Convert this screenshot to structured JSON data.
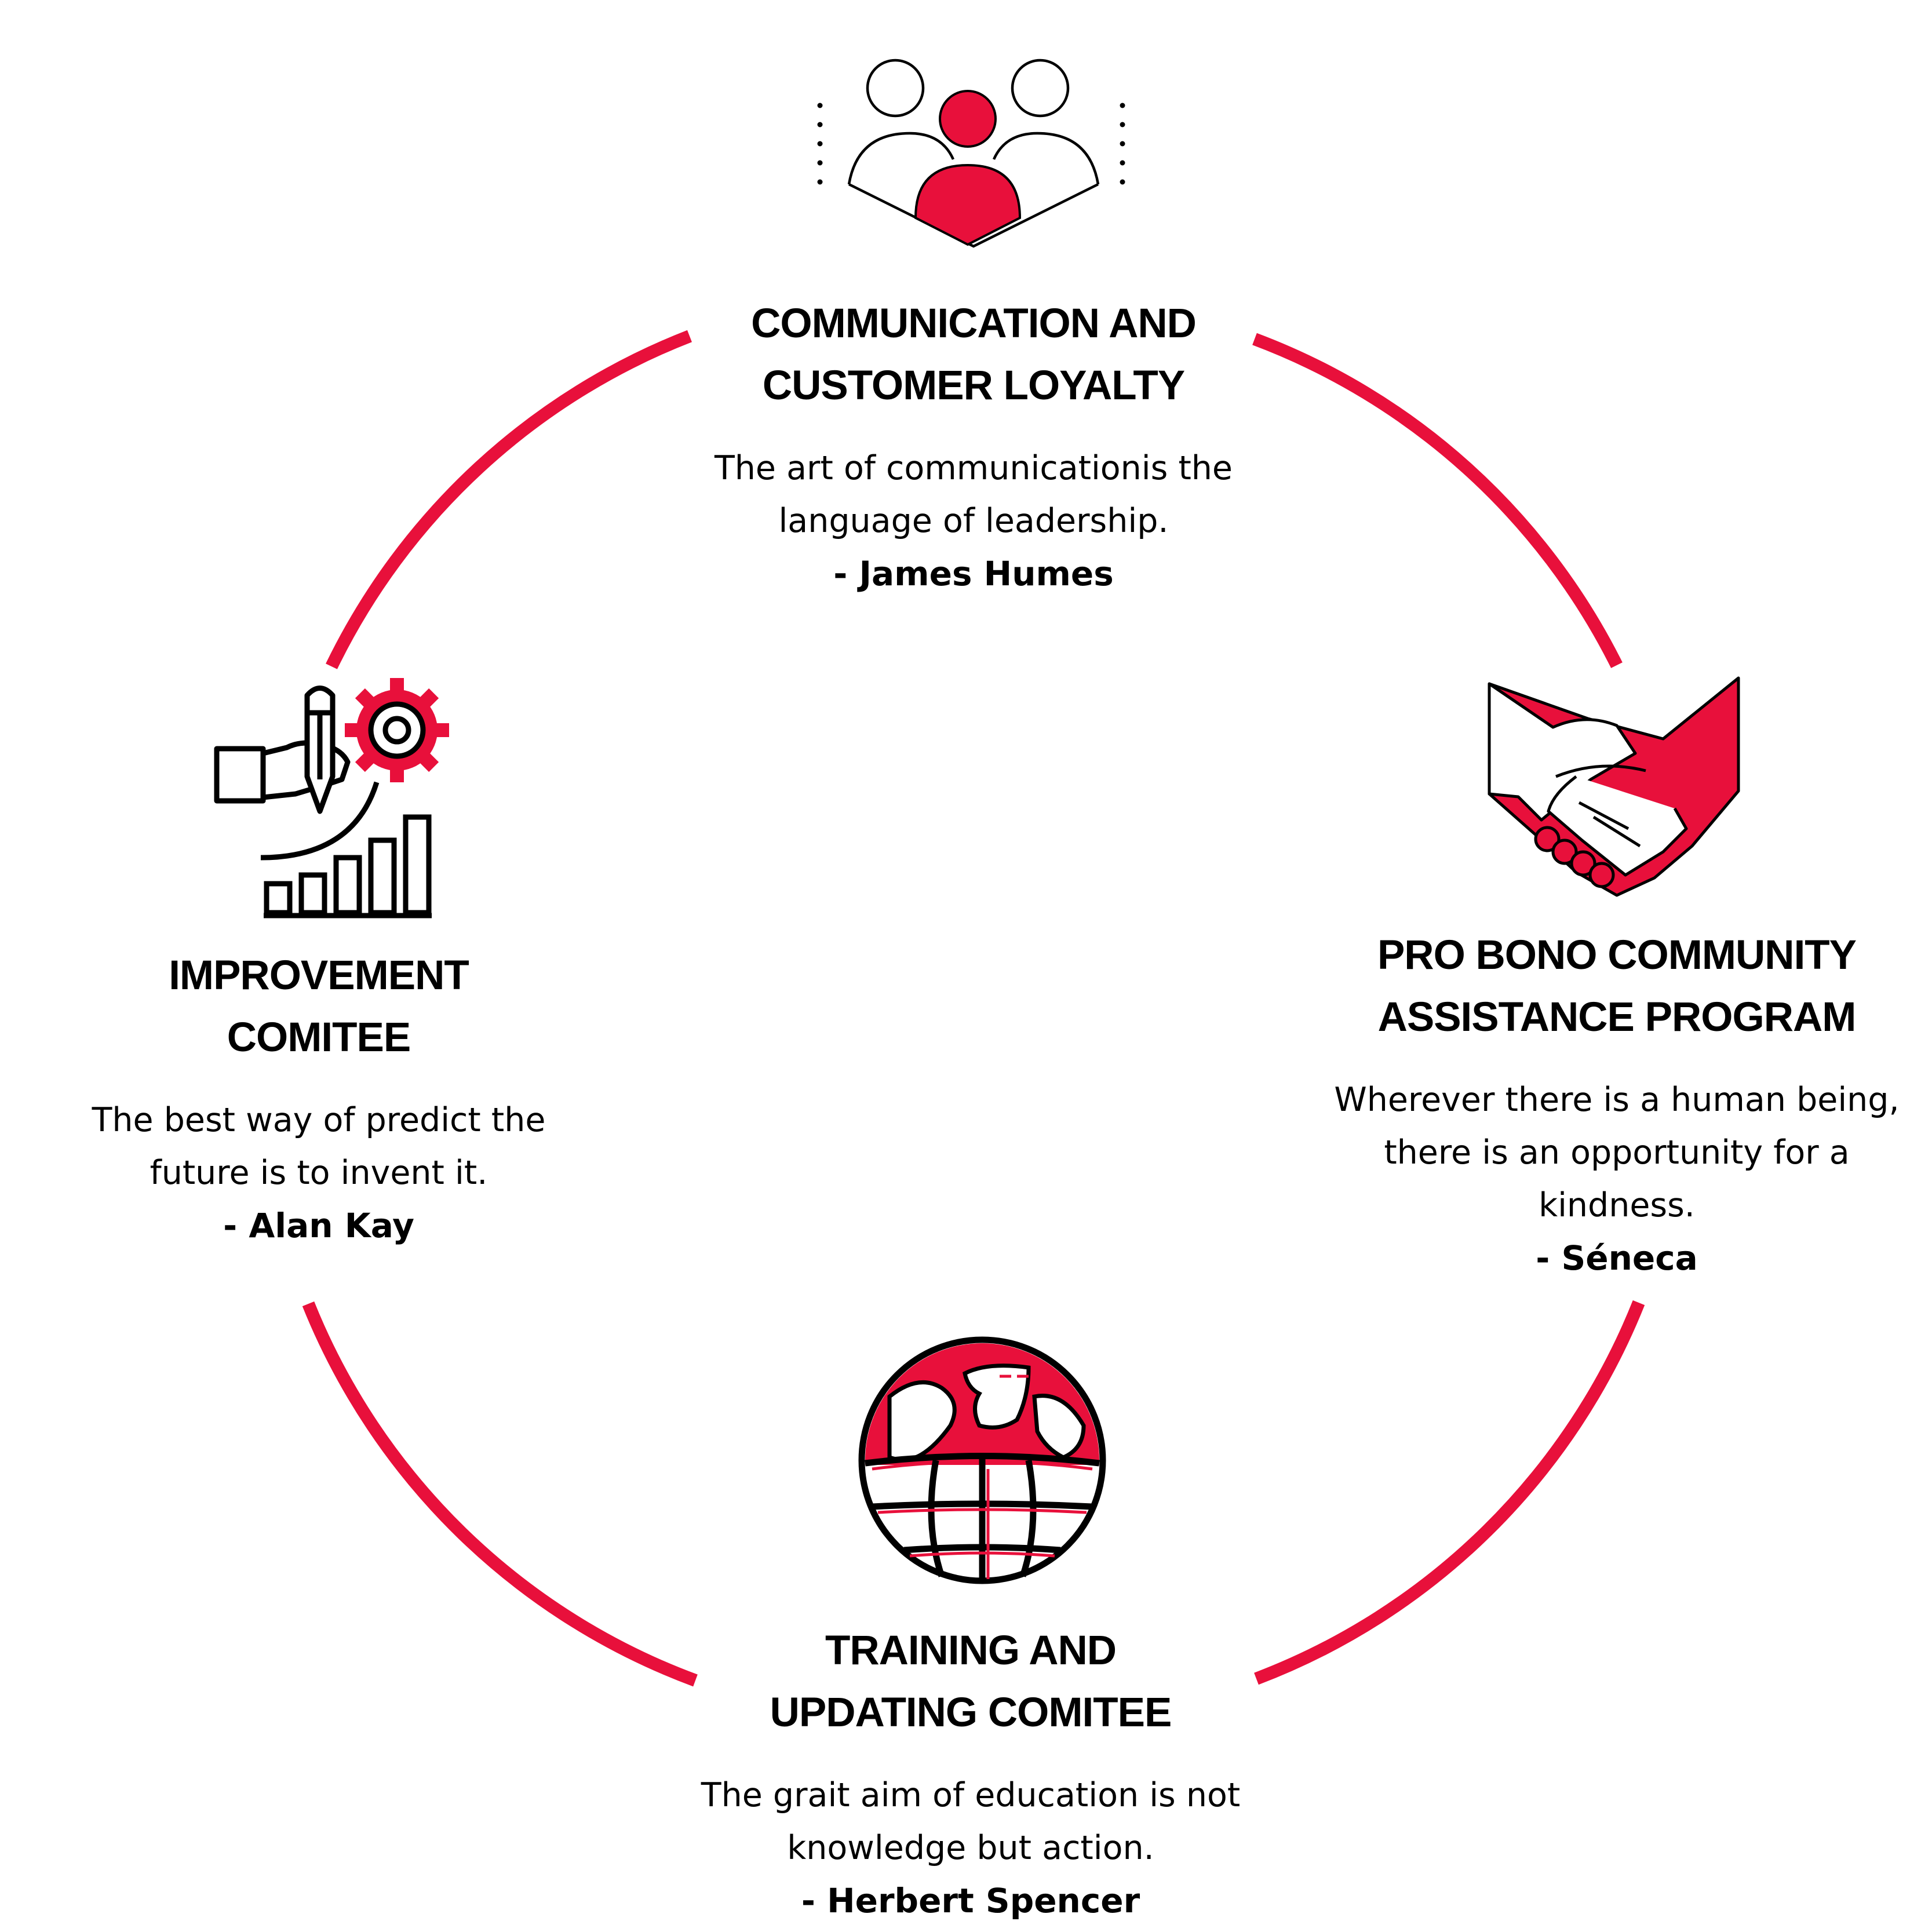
{
  "colors": {
    "accent": "#E8103B",
    "ink": "#000000",
    "background": "#FFFFFF"
  },
  "nodes": {
    "top": {
      "icon": "team-people-icon",
      "title": "COMMUNICATION AND\nCUSTOMER LOYALTY",
      "quote": "The art of communicationis the\nlanguage of leadership.",
      "author": "- James Humes"
    },
    "right": {
      "icon": "handshake-icon",
      "title": "PRO BONO COMMUNITY\nASSISTANCE PROGRAM",
      "quote": "Wherever there is a human being,\nthere is an opportunity for a\nkindness.",
      "author": "- Séneca"
    },
    "left": {
      "icon": "growth-pencil-gear-icon",
      "title": "IMPROVEMENT\nCOMITEE",
      "quote": "The best way of predict the\nfuture is to invent it.",
      "author": "- Alan Kay"
    },
    "bottom": {
      "icon": "globe-icon",
      "title": "TRAINING AND\nUPDATING COMITEE",
      "quote": "The grait aim of education is not\nknowledge but action.",
      "author": "- Herbert Spencer"
    }
  }
}
